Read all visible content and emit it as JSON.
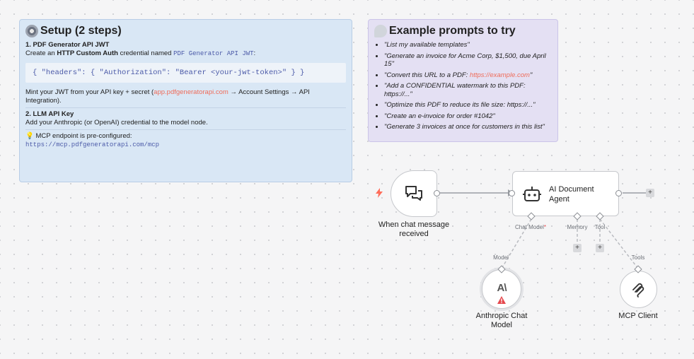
{
  "setup_note": {
    "title": "Setup (2 steps)",
    "step1_heading": "1. PDF Generator API JWT",
    "step1_line_pre": "Create an ",
    "step1_line_bold": "HTTP Custom Auth",
    "step1_line_mid": " credential named ",
    "step1_line_code": "PDF Generator API JWT",
    "step1_line_end": ":",
    "code": "{ \"headers\": { \"Authorization\": \"Bearer <your-jwt-token>\" } }",
    "mint_pre": "Mint your JWT from your API key + secret (",
    "mint_link": "app.pdfgeneratorapi.com",
    "mint_post": " → Account Settings → API Integration).",
    "step2_heading": "2. LLM API Key",
    "step2_line": "Add your Anthropic (or OpenAI) credential to the model node.",
    "mcp_line": "💡 MCP endpoint is pre-configured:",
    "mcp_url": "https://mcp.pdfgeneratorapi.com/mcp"
  },
  "prompts_note": {
    "title": "Example prompts to try",
    "items": [
      "\"List my available templates\"",
      "\"Generate an invoice for Acme Corp, $1,500, due April 15\"",
      "\"Convert this URL to a PDF: ",
      "\"Add a CONFIDENTIAL watermark to this PDF: https://...\"",
      "\"Optimize this PDF to reduce its file size: https://...\"",
      "\"Create an e-invoice for order #1042\"",
      "\"Generate 3 invoices at once for customers in this list\""
    ],
    "item3_link": "https://example.com",
    "item3_end": "\""
  },
  "nodes": {
    "trigger": {
      "label": "When chat message received"
    },
    "agent": {
      "label": "AI Document Agent",
      "sub_chat_model": "Chat Model",
      "required_mark": "*",
      "sub_memory": "Memory",
      "sub_tool": "Tool"
    },
    "anthropic": {
      "label": "Anthropic Chat Model",
      "edge_label": "Model",
      "glyph": "A\\"
    },
    "mcp": {
      "label": "MCP Client",
      "edge_label": "Tools"
    }
  },
  "colors": {
    "accent_orange": "#ff6d5a",
    "warning_red": "#e5484d"
  },
  "plus": "+"
}
